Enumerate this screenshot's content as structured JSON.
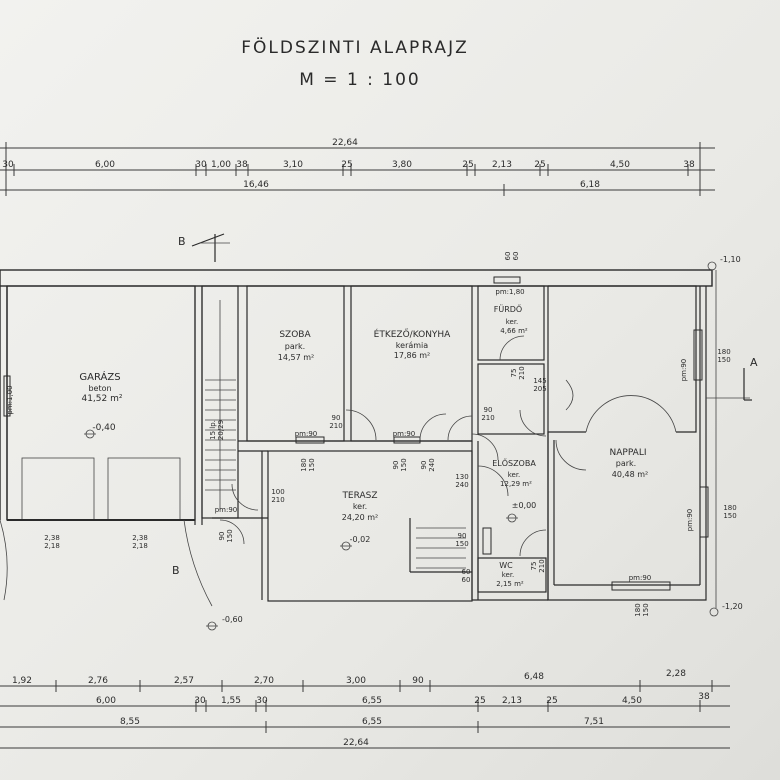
{
  "title": "FÖLDSZINTI   ALAPRAJZ",
  "scale": "M = 1 : 100",
  "rooms": {
    "garazs": {
      "name": "GARÁZS",
      "floor": "beton",
      "area": "41,52 m²",
      "level": "-0,40"
    },
    "szoba": {
      "name": "SZOBA",
      "floor": "park.",
      "area": "14,57 m²"
    },
    "etkezo": {
      "name": "ÉTKEZŐ/KONYHA",
      "floor": "kerámia",
      "area": "17,86 m²"
    },
    "furdo": {
      "name": "FÜRDŐ",
      "floor": "ker.",
      "area": "4,66 m²"
    },
    "nappali": {
      "name": "NAPPALI",
      "floor": "park.",
      "area": "40,48 m²"
    },
    "eloszoba": {
      "name": "ELŐSZOBA",
      "floor": "ker.",
      "area": "12,29 m²",
      "level": "±0,00"
    },
    "terasz": {
      "name": "TERASZ",
      "floor": "ker.",
      "area": "24,20 m²",
      "level": "-0,02"
    },
    "wc": {
      "name": "WC",
      "floor": "ker.",
      "area": "2,15 m²"
    }
  },
  "levels": {
    "outside": "-0,60",
    "right_bottom": "-1,20",
    "right_top": "-1,10"
  },
  "section": {
    "a": "A",
    "b": "B"
  },
  "top_dims": {
    "total": "22,64",
    "row2": [
      "30",
      "6,00",
      "30",
      "1,00",
      "38",
      "3,10",
      "25",
      "3,80",
      "25",
      "2,13",
      "25",
      "4,50",
      "38"
    ],
    "row3": [
      "16,46",
      "6,18"
    ]
  },
  "bottom_dims": {
    "row1": [
      "1,92",
      "2,76",
      "2,57",
      "2,70",
      "3,00",
      "90",
      "6,48",
      "2,28"
    ],
    "row2": [
      "6,00",
      "30",
      "1,55",
      "30",
      "6,55",
      "25",
      "2,13",
      "25",
      "4,50",
      "38"
    ],
    "row3": [
      "8,55",
      "6,55",
      "7,51"
    ],
    "total": "22,64"
  },
  "openings": {
    "garage_door_l": "2,38\n2,18",
    "garage_door_r": "2,38\n2,18",
    "garage_win": "pm:1,00",
    "stair": "15 lp.\n20/29",
    "szoba_door": "90\n210",
    "szoba_win": "pm:90",
    "etk_win": "pm:90",
    "furdo_win": "pm:1,80",
    "furdo_vent": "60\n60",
    "etk_door": "90\n210",
    "furdo_door": "75\n210",
    "eloszoba_door1": "145\n205",
    "ter_door1": "100\n210",
    "ter_door2": "90\n150",
    "ter_door3": "90\n240",
    "ter_180": "180\n150",
    "elo_130": "130\n240",
    "nap_pm_top": "pm:90",
    "nap_right_top": "180\n150",
    "nap_right_bot": "180\n150",
    "nap_pm_bot": "pm:90",
    "nap_bot": "180\n150",
    "wc_door": "75\n210",
    "wc_win": "60\n60",
    "elo_90_150": "90\n150",
    "terasz_pm": "pm:90",
    "terasz_90": "90\n150"
  }
}
